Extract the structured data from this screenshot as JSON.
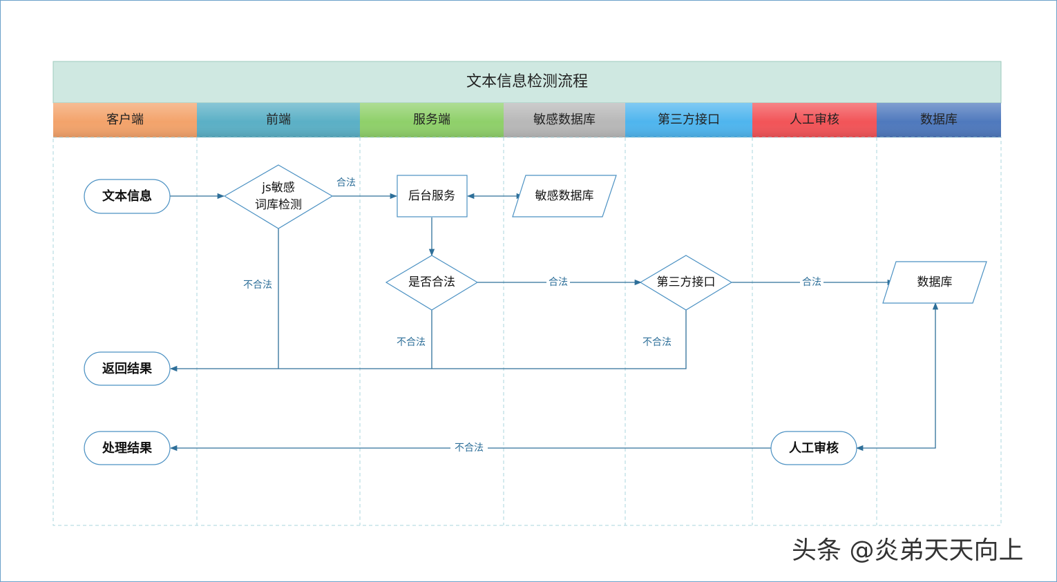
{
  "title": "文本信息检测流程",
  "lanes": [
    {
      "label": "客户端",
      "color": "#f3a36b"
    },
    {
      "label": "前端",
      "color": "#5bb0c6"
    },
    {
      "label": "服务端",
      "color": "#8fd06a"
    },
    {
      "label": "敏感数据库",
      "color": "#b8b8b8"
    },
    {
      "label": "第三方接口",
      "color": "#4fb5ee"
    },
    {
      "label": "人工审核",
      "color": "#f25458"
    },
    {
      "label": "数据库",
      "color": "#4f79bd"
    }
  ],
  "nodes": {
    "text_info": "文本信息",
    "js_check_line1": "js敏感",
    "js_check_line2": "词库检测",
    "backend_service": "后台服务",
    "sensitive_db": "敏感数据库",
    "is_legal": "是否合法",
    "third_party": "第三方接口",
    "database": "数据库",
    "return_result": "返回结果",
    "process_result": "处理结果",
    "manual_review": "人工审核"
  },
  "edge_labels": {
    "legal": "合法",
    "illegal": "不合法"
  },
  "colors": {
    "title_bg": "#cfe8e1",
    "line": "#2e6f99",
    "shape_border": "#4a90c2",
    "lane_divider": "#a9d5de"
  },
  "watermark": "头条 @炎弟天天向上"
}
